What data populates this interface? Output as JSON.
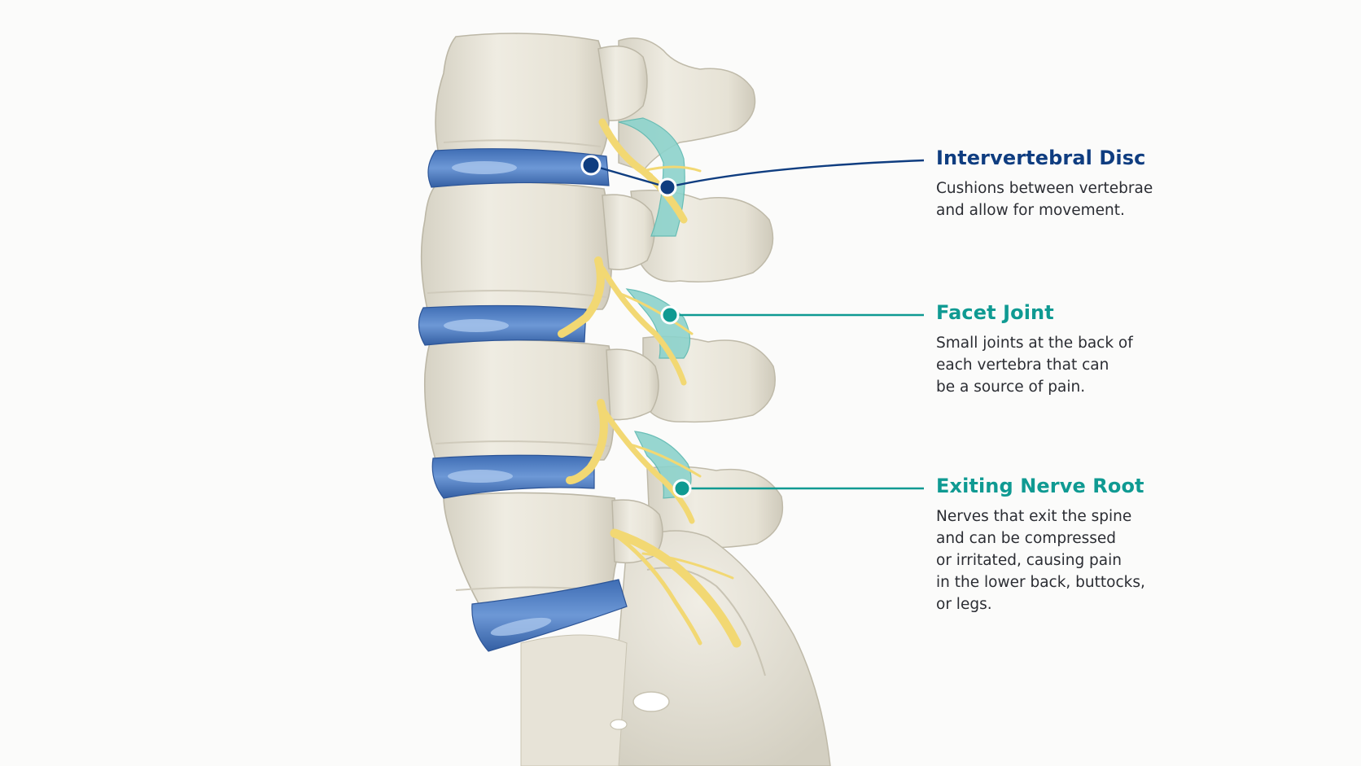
{
  "colors": {
    "disc_accent": "#0f3d80",
    "facet_accent": "#0f9a92",
    "nerve_accent": "#0f9a92",
    "bone": "#ebe8dc",
    "bone_shade": "#cfcbbd",
    "disc": "#4f7fc4",
    "disc_light": "#9ebde6",
    "nerve": "#f2d873",
    "cartilage": "#8dd3cc"
  },
  "labels": {
    "disc": {
      "title": "Intervertebral Disc",
      "lines": [
        "Cushions between vertebrae",
        "and allow for movement."
      ]
    },
    "facet": {
      "title": "Facet Joint",
      "lines": [
        "Small joints at the back of",
        "each vertebra that can",
        "be a source of pain."
      ]
    },
    "nerve": {
      "title": "Exiting Nerve Root",
      "lines": [
        "Nerves that exit the spine",
        "and can be compressed",
        "or irritated, causing pain",
        "in the lower back, buttocks,",
        "or legs."
      ]
    }
  }
}
